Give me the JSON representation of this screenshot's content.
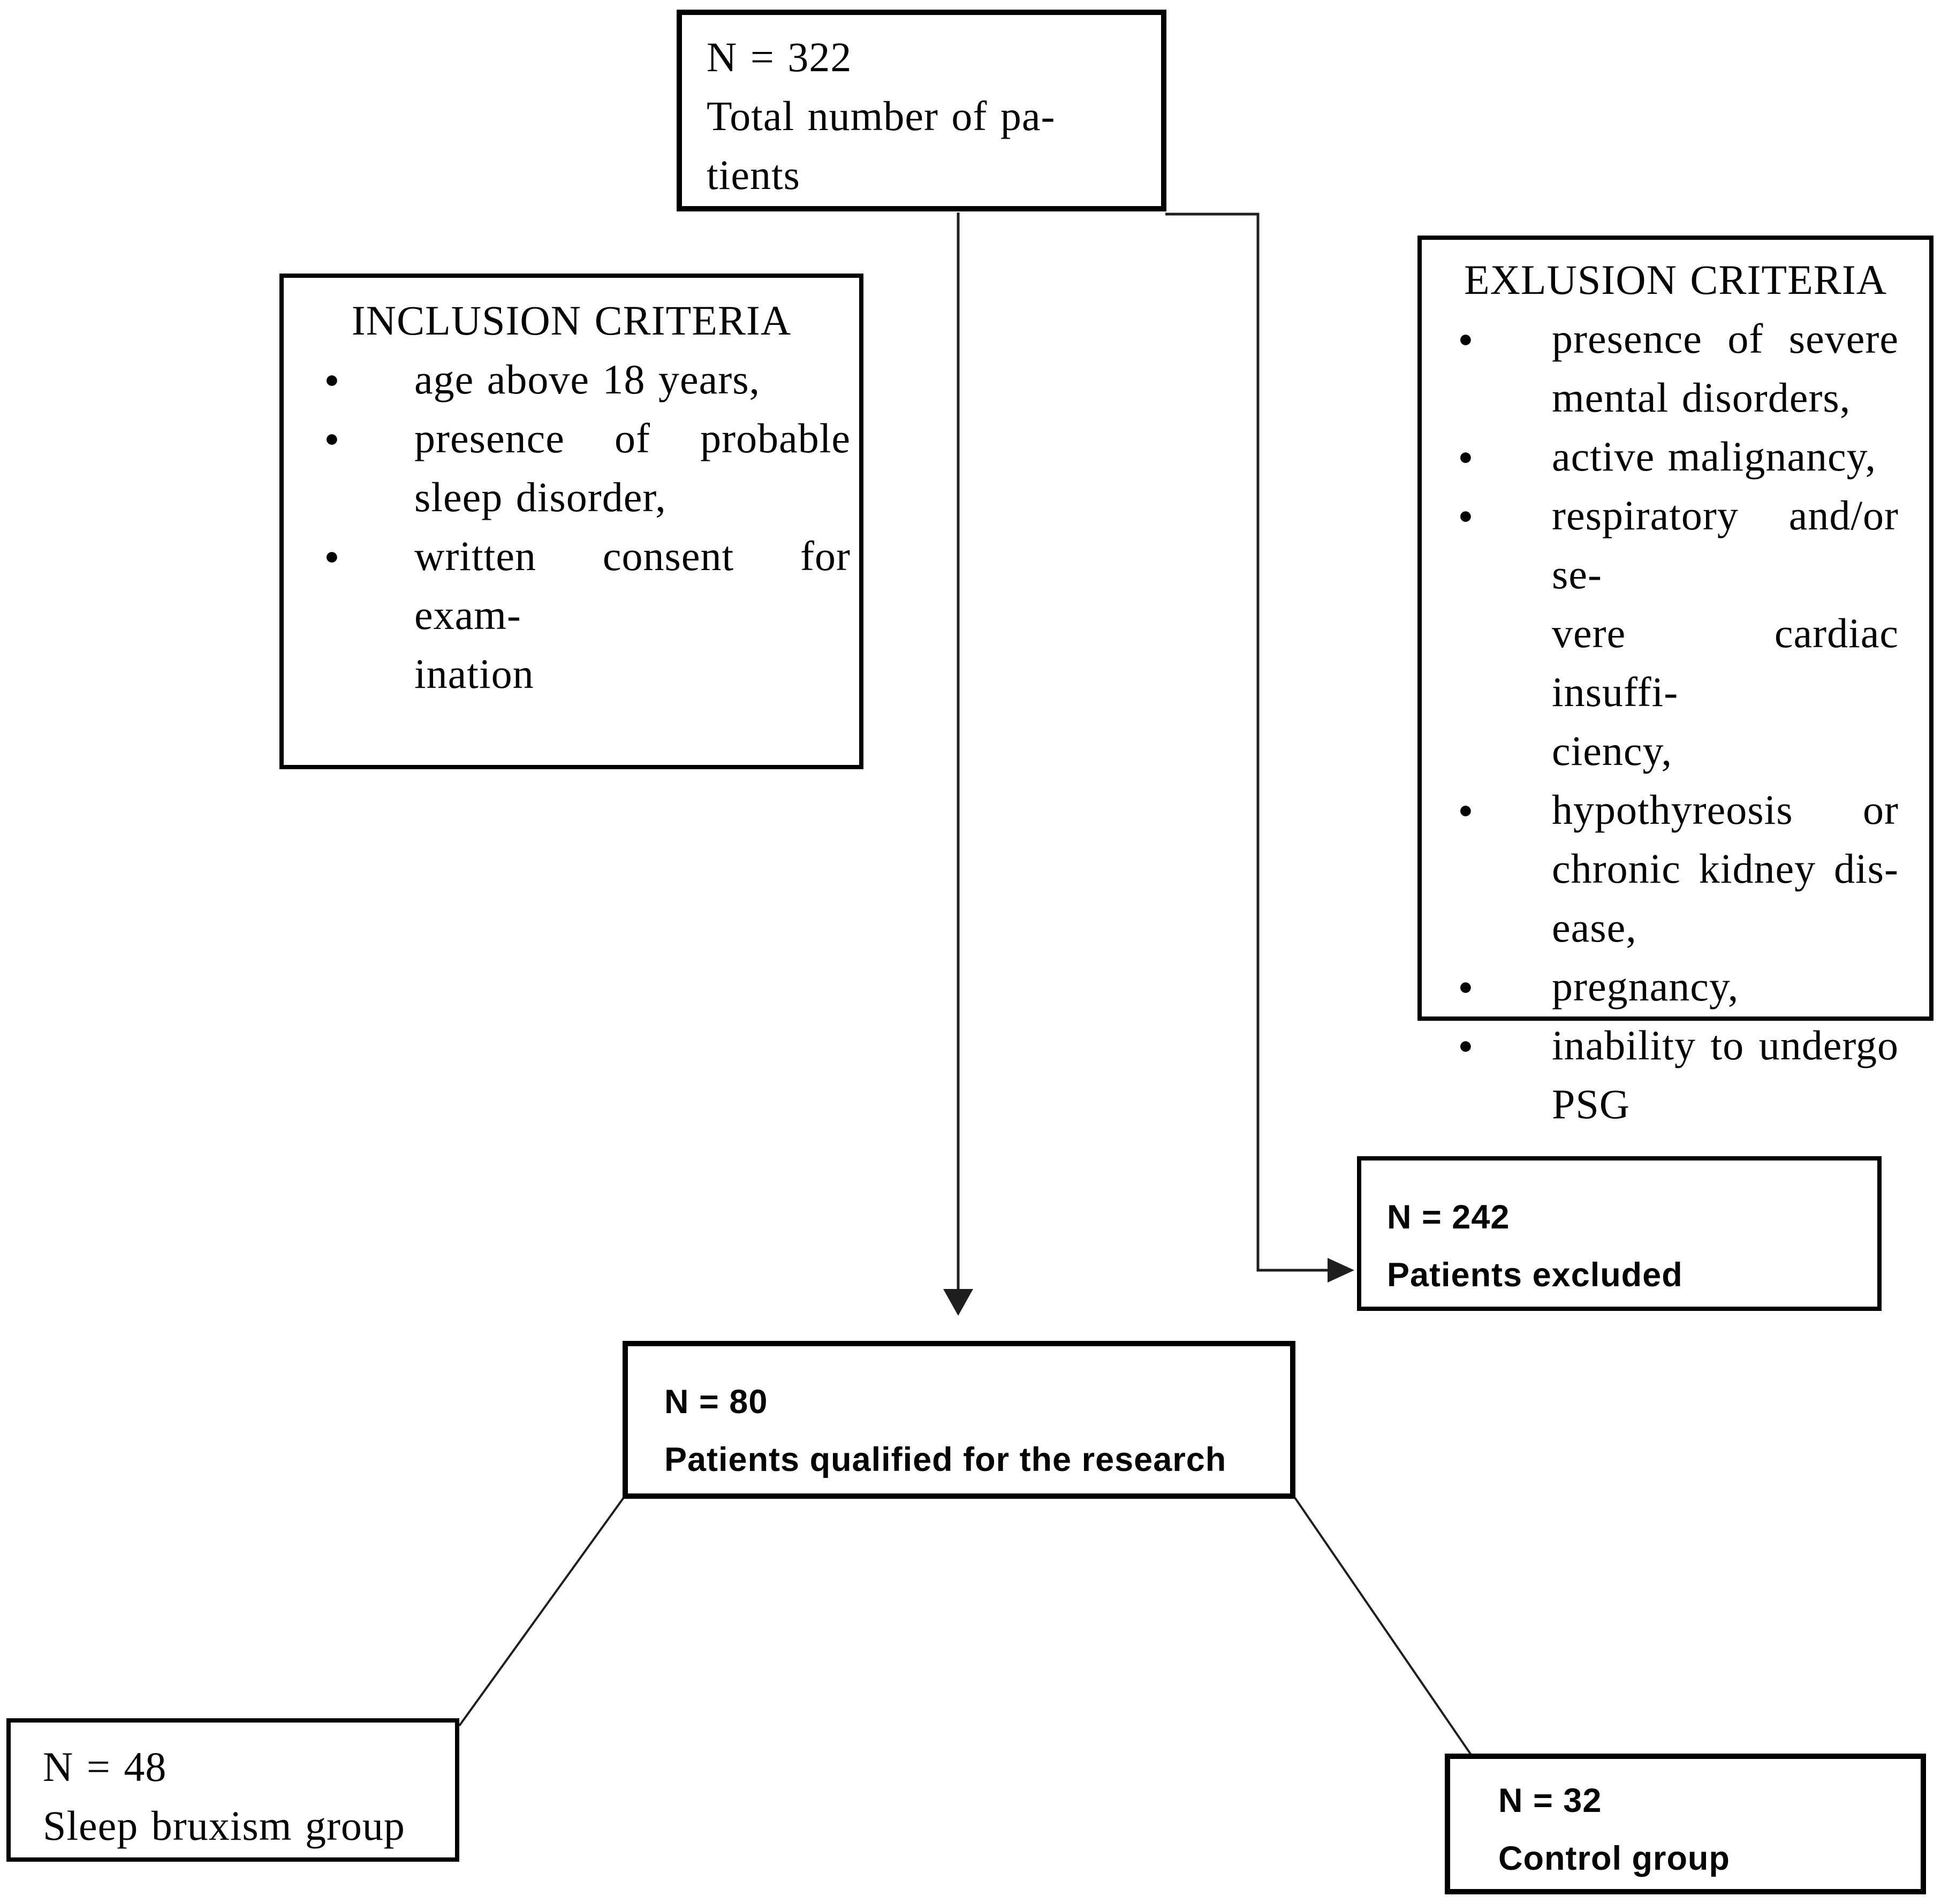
{
  "colors": {
    "background": "#ffffff",
    "ink": "#000000",
    "line": "#1f1f1f"
  },
  "bullet_glyph": "●",
  "boxes": {
    "total": {
      "n_label": "N = 322",
      "lines": [
        "Total number of pa-",
        "tients"
      ]
    },
    "inclusion": {
      "title": "INCLUSION CRITERIA",
      "bullets": [
        {
          "lines": [
            "age above 18 years,"
          ]
        },
        {
          "lines": [
            "presence of probable",
            "sleep disorder,"
          ]
        },
        {
          "lines": [
            "written consent for exam-",
            "ination"
          ]
        }
      ]
    },
    "exclusion": {
      "title": "EXLUSION CRITERIA",
      "bullets": [
        {
          "lines": [
            "presence of severe",
            "mental disorders,"
          ]
        },
        {
          "lines": [
            "active malignancy,"
          ]
        },
        {
          "lines": [
            "respiratory and/or se-",
            "vere cardiac insuffi-",
            "ciency,"
          ]
        },
        {
          "lines": [
            "hypothyreosis or",
            "chronic kidney dis-",
            "ease,"
          ]
        },
        {
          "lines": [
            "pregnancy,"
          ]
        },
        {
          "lines": [
            "inability to undergo",
            "PSG"
          ]
        }
      ]
    },
    "excluded": {
      "n_label": "N = 242",
      "label": "Patients excluded"
    },
    "qualified": {
      "n_label": "N = 80",
      "label": "Patients qualified for the research"
    },
    "bruxism": {
      "n_label": "N = 48",
      "label": "Sleep bruxism group"
    },
    "control": {
      "n_label": "N = 32",
      "label": "Control group"
    }
  }
}
